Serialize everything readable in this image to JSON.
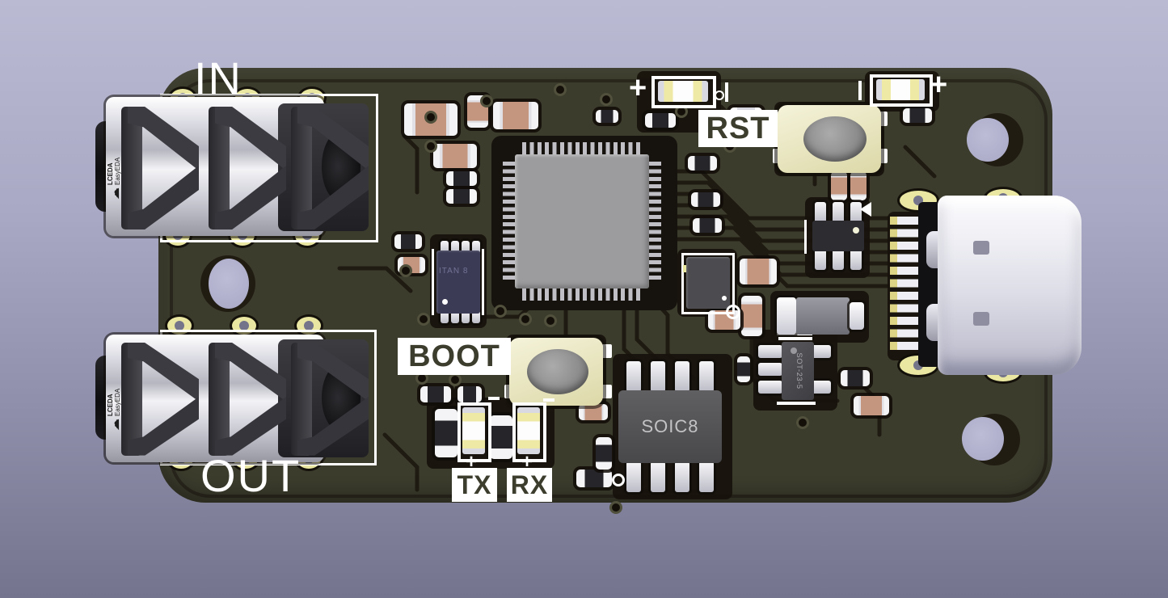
{
  "background": {
    "top": "#b9b9d2",
    "bottom": "#75758e"
  },
  "pcb": {
    "soldermask_color": "#3c3c2d",
    "silkscreen_color": "#ffffff",
    "pad_color": "#e9e6a0",
    "labels": {
      "in": "IN",
      "out": "OUT",
      "reset": "RST",
      "boot": "BOOT",
      "tx": "TX",
      "rx": "RX"
    },
    "marks": {
      "plus": "+"
    }
  },
  "ics": {
    "soic8": {
      "label": "SOIC8",
      "body_color": "#555457"
    },
    "sot23": {
      "label": "SOT-23-5"
    },
    "regulator": {
      "marking": "ITAN 8"
    }
  },
  "connectors": {
    "jack_brand": {
      "line1": "LCEDA",
      "line2": "EasyEDA",
      "cloud_icon": "☁"
    },
    "usb_type": ""
  },
  "buttons": {
    "reset_color": "#ecebc4",
    "plunger_color": "#8d8d8d"
  },
  "parts": [
    [
      "pad",
      211,
      110,
      30,
      22
    ],
    [
      "pad",
      291,
      110,
      30,
      22
    ],
    [
      "pad",
      371,
      110,
      30,
      22
    ],
    [
      "pad",
      205,
      278,
      30,
      26
    ],
    [
      "pad",
      285,
      278,
      30,
      26
    ],
    [
      "pad",
      365,
      278,
      30,
      26
    ],
    [
      "pad",
      207,
      392,
      30,
      22
    ],
    [
      "pad",
      287,
      392,
      30,
      22
    ],
    [
      "pad",
      367,
      392,
      30,
      22
    ],
    [
      "pad",
      209,
      556,
      30,
      24
    ],
    [
      "pad",
      289,
      556,
      30,
      24
    ],
    [
      "pad",
      367,
      556,
      30,
      24
    ],
    [
      "pad",
      1113,
      236,
      46,
      24
    ],
    [
      "pad",
      1220,
      234,
      42,
      22
    ],
    [
      "pad",
      1113,
      440,
      46,
      24
    ],
    [
      "pad",
      1220,
      450,
      42,
      22
    ],
    [
      "cap",
      500,
      128,
      66,
      40
    ],
    [
      "cap",
      578,
      118,
      26,
      40,
      1
    ],
    [
      "cap",
      610,
      126,
      56,
      34
    ],
    [
      "cap",
      536,
      178,
      54,
      30
    ],
    [
      "cap",
      915,
      320,
      46,
      32
    ],
    [
      "cap",
      917,
      366,
      26,
      50,
      1
    ],
    [
      "cap",
      876,
      384,
      40,
      24
    ],
    [
      "cap",
      1028,
      212,
      20,
      36,
      1
    ],
    [
      "cap",
      1052,
      212,
      20,
      36,
      1
    ],
    [
      "cap",
      1056,
      490,
      44,
      24
    ],
    [
      "cap",
      716,
      500,
      36,
      20
    ],
    [
      "cap",
      492,
      318,
      34,
      20
    ],
    [
      "caps",
      903,
      133,
      40,
      24
    ],
    [
      "res",
      552,
      212,
      38,
      18
    ],
    [
      "res",
      552,
      234,
      38,
      18
    ],
    [
      "res",
      798,
      140,
      38,
      18
    ],
    [
      "res",
      851,
      193,
      36,
      18
    ],
    [
      "res",
      855,
      238,
      36,
      18
    ],
    [
      "res",
      857,
      270,
      36,
      18
    ],
    [
      "res",
      1117,
      134,
      36,
      18
    ],
    [
      "res",
      737,
      136,
      28,
      16
    ],
    [
      "res",
      520,
      478,
      38,
      20
    ],
    [
      "res",
      566,
      478,
      30,
      20
    ],
    [
      "res",
      538,
      506,
      28,
      60,
      1
    ],
    [
      "res",
      606,
      514,
      28,
      54,
      1
    ],
    [
      "res",
      713,
      581,
      44,
      22
    ],
    [
      "res",
      737,
      541,
      20,
      40,
      1
    ],
    [
      "res",
      1040,
      458,
      36,
      20
    ],
    [
      "res",
      912,
      441,
      16,
      32,
      1
    ],
    [
      "res",
      488,
      290,
      34,
      18
    ],
    [
      "pin",
      775,
      447,
      18,
      38
    ],
    [
      "pin",
      805,
      447,
      18,
      38
    ],
    [
      "pin",
      835,
      447,
      18,
      38
    ],
    [
      "pin",
      865,
      447,
      18,
      38
    ],
    [
      "pin",
      775,
      571,
      18,
      38
    ],
    [
      "pin",
      805,
      571,
      18,
      38
    ],
    [
      "pin",
      835,
      571,
      18,
      38
    ],
    [
      "pin",
      865,
      571,
      18,
      38
    ],
    [
      "pin",
      545,
      298,
      10,
      16
    ],
    [
      "pin",
      558,
      298,
      10,
      16
    ],
    [
      "pin",
      571,
      298,
      10,
      16
    ],
    [
      "pin",
      584,
      298,
      10,
      16
    ],
    [
      "pin",
      545,
      384,
      10,
      16
    ],
    [
      "pin",
      558,
      384,
      10,
      16
    ],
    [
      "pin",
      571,
      384,
      10,
      16
    ],
    [
      "pin",
      584,
      384,
      10,
      16
    ],
    [
      "pin",
      1008,
      250,
      14,
      26
    ],
    [
      "pin",
      1030,
      250,
      14,
      26
    ],
    [
      "pin",
      1052,
      250,
      14,
      26
    ],
    [
      "pin",
      1008,
      308,
      14,
      26
    ],
    [
      "pin",
      1030,
      308,
      14,
      26
    ],
    [
      "pin",
      1052,
      308,
      14,
      26
    ],
    [
      "pin",
      938,
      427,
      30,
      16
    ],
    [
      "pin",
      938,
      449,
      30,
      16
    ],
    [
      "pin",
      938,
      471,
      30,
      16
    ],
    [
      "pin",
      1004,
      427,
      24,
      16
    ],
    [
      "pin",
      1004,
      471,
      24,
      16
    ],
    [
      "via",
      528,
      140,
      10,
      10
    ],
    [
      "via",
      597,
      120,
      10,
      10
    ],
    [
      "via",
      688,
      106,
      10,
      10
    ],
    [
      "via",
      745,
      118,
      10,
      10
    ],
    [
      "via",
      528,
      176,
      10,
      10
    ],
    [
      "via",
      497,
      330,
      10,
      10
    ],
    [
      "via",
      519,
      390,
      10,
      10
    ],
    [
      "via",
      614,
      380,
      10,
      10
    ],
    [
      "via",
      645,
      390,
      10,
      10
    ],
    [
      "via",
      676,
      392,
      10,
      10
    ],
    [
      "via",
      838,
      133,
      10,
      10
    ],
    [
      "via",
      898,
      176,
      10,
      10
    ],
    [
      "via",
      988,
      518,
      10,
      10
    ],
    [
      "via",
      757,
      623,
      10,
      10
    ],
    [
      "via",
      517,
      463,
      10,
      10
    ],
    [
      "via",
      558,
      465,
      10,
      10
    ]
  ]
}
